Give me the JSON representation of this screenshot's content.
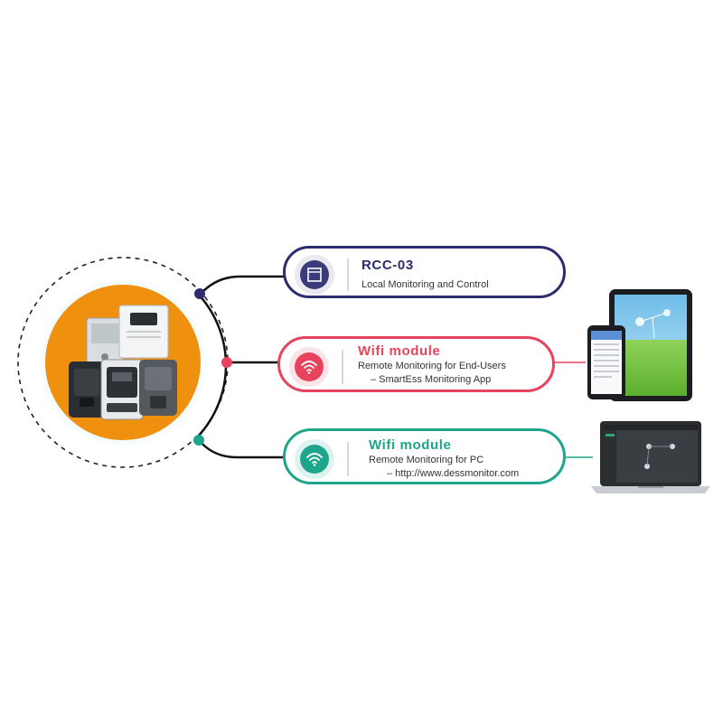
{
  "colors": {
    "navy": "#2c2c6e",
    "red": "#e8435c",
    "teal": "#1ea58c",
    "orange": "#f0900f",
    "line": "#111111"
  },
  "hub": {
    "image": "inverter-products-group"
  },
  "items": [
    {
      "id": "rcc",
      "icon": "control-panel-icon",
      "title": "RCC-03",
      "lines": [
        "Local Monitoring and Control"
      ]
    },
    {
      "id": "wifi-app",
      "icon": "wifi-icon",
      "title": "Wifi module",
      "lines": [
        "Remote Monitoring for End-Users",
        "– SmartEss Monitoring App"
      ],
      "device": "phone-and-tablet-illustration"
    },
    {
      "id": "wifi-pc",
      "icon": "wifi-icon",
      "title": "Wifi module",
      "lines": [
        "Remote Monitoring  for PC",
        "– http://www.dessmonitor.com"
      ],
      "device": "laptop-illustration"
    }
  ]
}
